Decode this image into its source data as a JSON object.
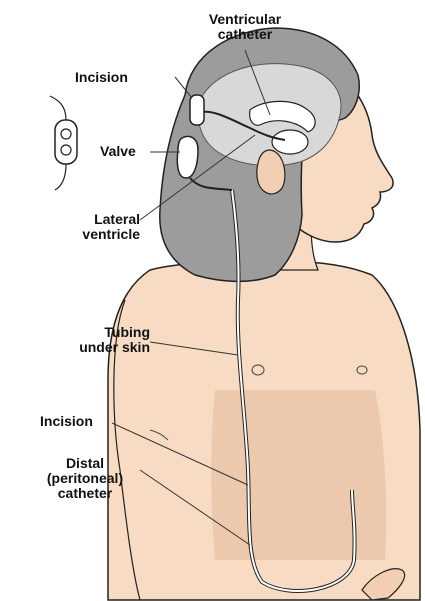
{
  "labels": {
    "ventricular_catheter": [
      "Ventricular",
      "catheter"
    ],
    "incision_head": "Incision",
    "valve": "Valve",
    "lateral_ventricle": [
      "Lateral",
      "ventricle"
    ],
    "tubing": [
      "Tubing",
      "under skin"
    ],
    "incision_abdomen": "Incision",
    "distal_catheter": [
      "Distal",
      "(peritoneal)",
      "catheter"
    ]
  },
  "colors": {
    "skin": "#f7dcc3",
    "skin_shade": "#e9c2a4",
    "abdomen": "#ecc8ad",
    "hair": "#9c9c9c",
    "hair_dark": "#7a7a7a",
    "brain": "#d6d6d6",
    "outline": "#222222",
    "leader_line": "#333333"
  }
}
